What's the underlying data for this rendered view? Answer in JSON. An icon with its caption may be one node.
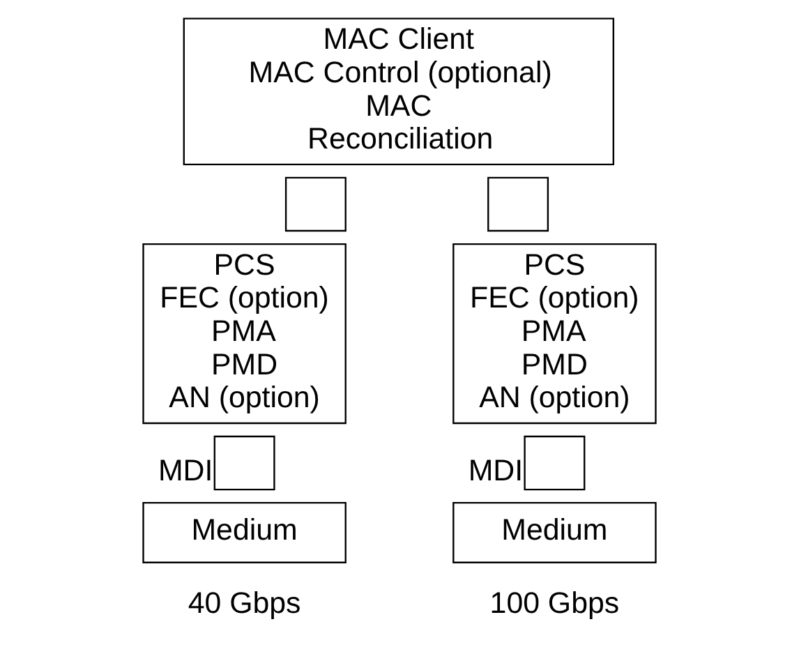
{
  "diagram": {
    "nodes": [
      {
        "text": [
          "MAC Client",
          "MAC Control (optional)",
          "MAC",
          "Reconciliation"
        ]
      },
      {
        "text": [],
        "shape": "box"
      },
      {
        "text": [],
        "shape": "box"
      },
      {
        "text": [
          "PCS",
          "FEC (option)",
          "PMA",
          "PMD",
          "AN (option)"
        ]
      },
      {
        "text": [
          "PCS",
          "FEC (option)",
          "PMA",
          "PMD",
          "AN (option)"
        ]
      },
      {
        "text": [],
        "shape": "box",
        "beside": [
          "MDI"
        ]
      },
      {
        "text": [],
        "shape": "box",
        "beside": [
          "MDI"
        ]
      },
      {
        "text": [
          "Medium"
        ]
      },
      {
        "text": [
          "Medium"
        ]
      }
    ],
    "edges": [],
    "labels": [
      "40 Gbps",
      "100 Gbps"
    ]
  }
}
